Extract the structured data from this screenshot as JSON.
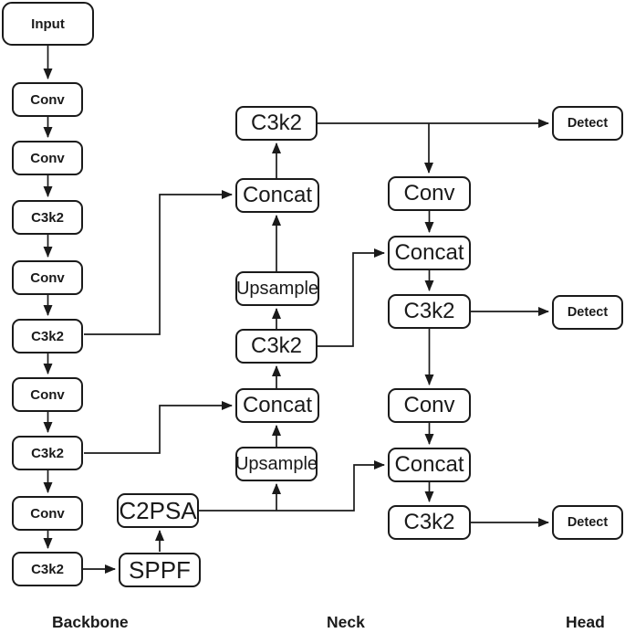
{
  "nodes": {
    "input": "Input",
    "bb_conv1": "Conv",
    "bb_conv2": "Conv",
    "bb_c3k2_1": "C3k2",
    "bb_conv3": "Conv",
    "bb_c3k2_2": "C3k2",
    "bb_conv4": "Conv",
    "bb_c3k2_3": "C3k2",
    "bb_conv5": "Conv",
    "bb_c3k2_4": "C3k2",
    "sppf": "SPPF",
    "c2psa": "C2PSA",
    "neck_c3k2_top": "C3k2",
    "neck_concat_top": "Concat",
    "neck_upsample_top": "Upsample",
    "neck_c3k2_mid": "C3k2",
    "neck_concat_bottom": "Concat",
    "neck_upsample_bottom": "Upsample",
    "head_conv_top": "Conv",
    "head_concat_top": "Concat",
    "head_c3k2_top": "C3k2",
    "head_conv_bottom": "Conv",
    "head_concat_bottom": "Concat",
    "head_c3k2_bottom": "C3k2",
    "detect_top": "Detect",
    "detect_mid": "Detect",
    "detect_bottom": "Detect"
  },
  "section_labels": {
    "backbone": "Backbone",
    "neck": "Neck",
    "head": "Head"
  },
  "colors": {
    "line": "#1a1a1a",
    "node_fill": "#ffffff",
    "text": "#1a1a1a",
    "background": "#ffffff"
  }
}
